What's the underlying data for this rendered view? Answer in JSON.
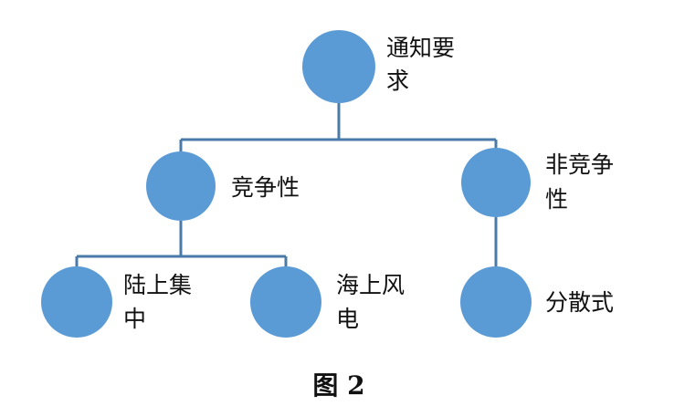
{
  "nodes": {
    "root": {
      "line1": "通知要",
      "line2": "求"
    },
    "competitive": {
      "line1": "竞争性"
    },
    "non_competitive": {
      "line1": "非竞争",
      "line2": "性"
    },
    "onshore": {
      "line1": "陆上集",
      "line2": "中"
    },
    "offshore": {
      "line1": "海上风",
      "line2": "电"
    },
    "distributed": {
      "line1": "分散式"
    }
  },
  "caption": "图 2",
  "colors": {
    "node_fill": "#5b9bd5",
    "connector": "#4a7aa8",
    "text": "#111111"
  }
}
